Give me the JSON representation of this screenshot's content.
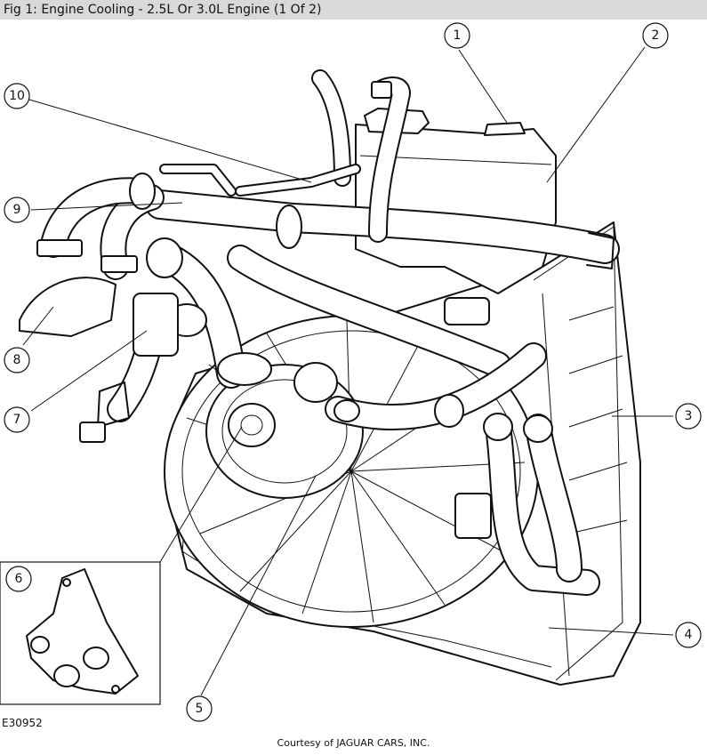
{
  "figure": {
    "title": "Fig 1: Engine Cooling - 2.5L Or 3.0L Engine (1 Of 2)",
    "code": "E30952",
    "credit": "Courtesy of JAGUAR CARS, INC."
  },
  "callouts": [
    {
      "id": "callout-1",
      "label": "1"
    },
    {
      "id": "callout-2",
      "label": "2"
    },
    {
      "id": "callout-3",
      "label": "3"
    },
    {
      "id": "callout-4",
      "label": "4"
    },
    {
      "id": "callout-5",
      "label": "5"
    },
    {
      "id": "callout-6",
      "label": "6"
    },
    {
      "id": "callout-7",
      "label": "7"
    },
    {
      "id": "callout-8",
      "label": "8"
    },
    {
      "id": "callout-9",
      "label": "9"
    },
    {
      "id": "callout-10",
      "label": "10"
    }
  ]
}
